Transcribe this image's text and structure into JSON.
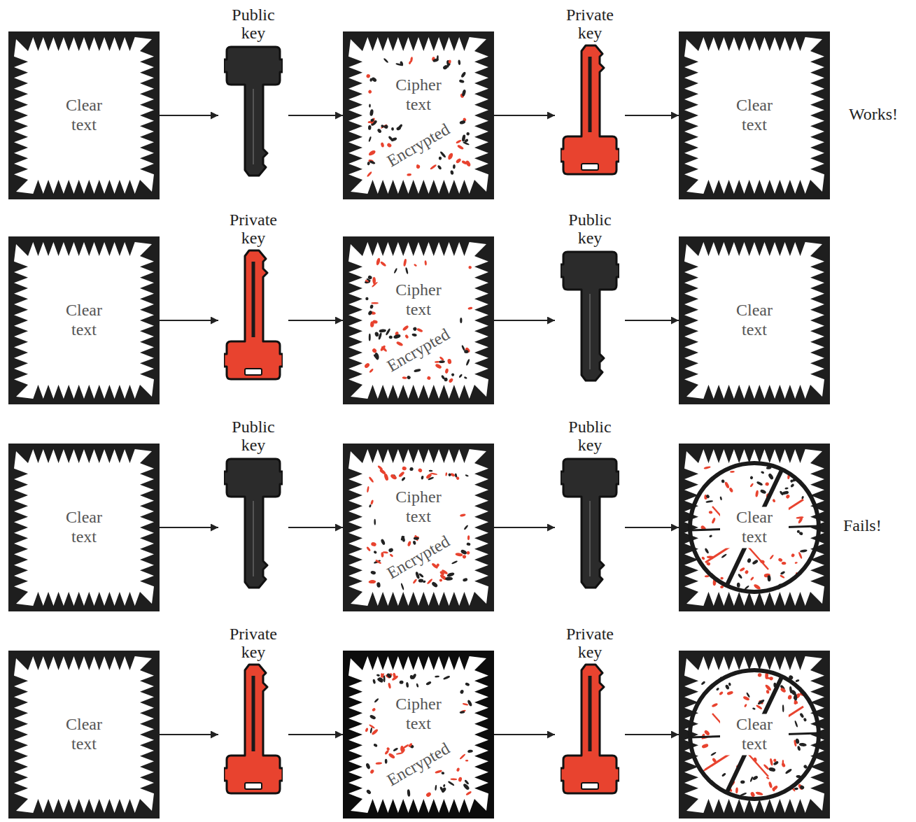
{
  "diagram": {
    "nodes": [
      {
        "text": [
          "Clear text"
        ]
      },
      {
        "text": [
          "Public key"
        ]
      },
      {
        "text": [
          "Cipher text",
          "Encrypted"
        ]
      },
      {
        "text": [
          "Private key"
        ]
      },
      {
        "text": [
          "Clear text"
        ]
      },
      {
        "text": [
          "Clear text"
        ]
      },
      {
        "text": [
          "Private key"
        ]
      },
      {
        "text": [
          "Cipher text",
          "Encrypted"
        ]
      },
      {
        "text": [
          "Public key"
        ]
      },
      {
        "text": [
          "Clear text"
        ]
      },
      {
        "text": [
          "Clear text"
        ]
      },
      {
        "text": [
          "Public key"
        ]
      },
      {
        "text": [
          "Cipher text",
          "Encrypted"
        ]
      },
      {
        "text": [
          "Public key"
        ]
      },
      {
        "text": [
          "Clear text"
        ]
      },
      {
        "text": [
          "Clear text"
        ]
      },
      {
        "text": [
          "Private key"
        ]
      },
      {
        "text": [
          "Cipher text",
          "Encrypted"
        ]
      },
      {
        "text": [
          "Private key"
        ]
      },
      {
        "text": [
          "Clear text"
        ]
      }
    ],
    "edges": [
      {
        "from": 0,
        "to": 1,
        "arrow": "to"
      },
      {
        "from": 1,
        "to": 2,
        "arrow": "to"
      },
      {
        "from": 2,
        "to": 3,
        "arrow": "to"
      },
      {
        "from": 3,
        "to": 4,
        "arrow": "to"
      },
      {
        "from": 5,
        "to": 6,
        "arrow": "to"
      },
      {
        "from": 6,
        "to": 7,
        "arrow": "to"
      },
      {
        "from": 7,
        "to": 8,
        "arrow": "to"
      },
      {
        "from": 8,
        "to": 9,
        "arrow": "to"
      },
      {
        "from": 10,
        "to": 11,
        "arrow": "to"
      },
      {
        "from": 11,
        "to": 12,
        "arrow": "to"
      },
      {
        "from": 12,
        "to": 13,
        "arrow": "to"
      },
      {
        "from": 13,
        "to": 14,
        "arrow": "to"
      },
      {
        "from": 15,
        "to": 16,
        "arrow": "to"
      },
      {
        "from": 16,
        "to": 17,
        "arrow": "to"
      },
      {
        "from": 17,
        "to": 18,
        "arrow": "to"
      },
      {
        "from": 18,
        "to": 19,
        "arrow": "to"
      }
    ],
    "labels": [
      "Works!",
      "Fails!"
    ]
  }
}
